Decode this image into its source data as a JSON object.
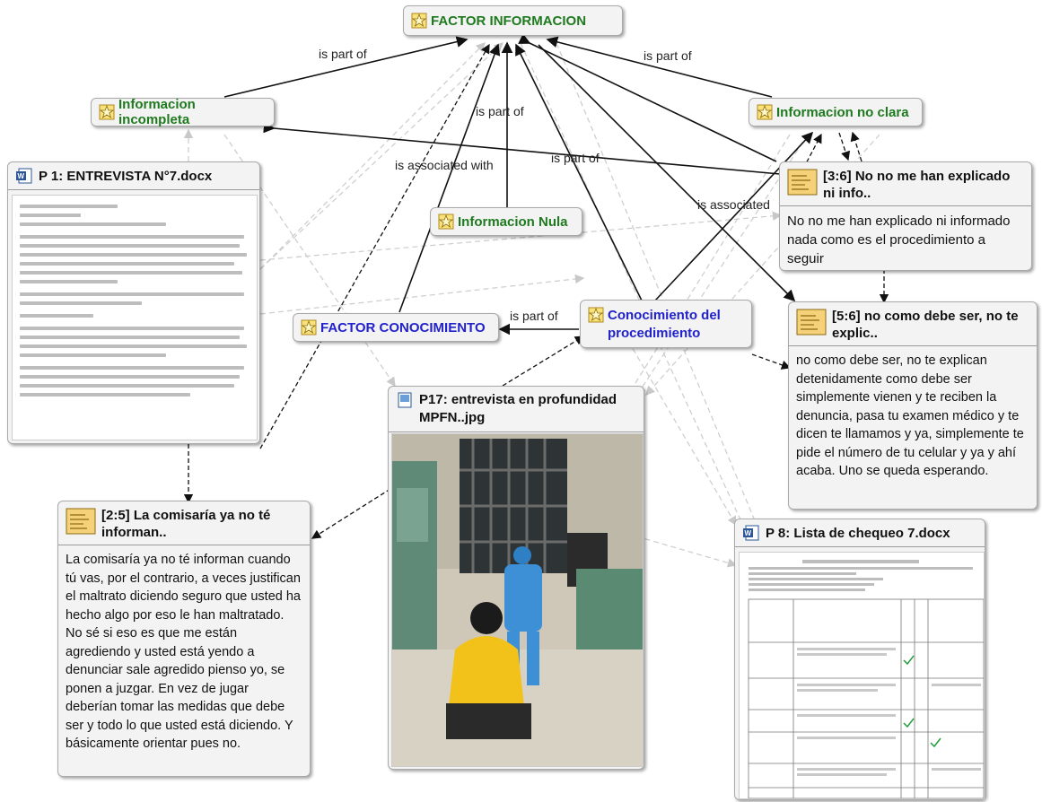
{
  "colors": {
    "code_green": "#1f7a1f",
    "code_blue": "#2222cc",
    "node_bg": "#f3f3f3",
    "memo_yellow": "#f5d27a"
  },
  "codes": {
    "factor_informacion": "FACTOR INFORMACION",
    "info_incompleta": "Informacion incompleta",
    "info_no_clara": "Informacion no clara",
    "info_nula": "Informacion Nula",
    "factor_conocimiento": "FACTOR CONOCIMIENTO",
    "conocimiento_proc_1": "Conocimiento del",
    "conocimiento_proc_2": "procedimiento"
  },
  "relations": {
    "is_part_of": "is part of",
    "is_associated_with": "is associated with",
    "is_associated_trunc": "is associated "
  },
  "documents": {
    "p1": {
      "title": "P 1: ENTREVISTA N°7.docx",
      "icon": "word-doc-icon"
    },
    "p8": {
      "title": "P 8: Lista de chequeo 7.docx",
      "icon": "word-doc-icon"
    },
    "p17": {
      "title_1": "P17: entrevista en profundidad",
      "title_2": "MPFN..jpg",
      "icon": "image-doc-icon"
    }
  },
  "quotes": {
    "q36": {
      "head_1": "[3:6] No no me han explicado",
      "head_2": "ni info..",
      "body": "No no me han explicado ni informado nada como es el procedimiento a seguir"
    },
    "q56": {
      "head_1": "[5:6] no como debe ser, no te",
      "head_2": "explic..",
      "body": "no como debe ser, no te explican detenidamente como debe ser simplemente vienen y te reciben la denuncia, pasa tu examen médico y te dicen te llamamos y ya, simplemente te pide el número de tu celular y ya y ahí acaba. Uno se queda esperando."
    },
    "q25": {
      "head_1": "[2:5] La comisaría ya no té",
      "head_2": "informan..",
      "body": "La comisaría ya no té informan cuando tú vas, por el contrario, a veces justifican el maltrato diciendo seguro que usted ha hecho algo por eso le han maltratado. No sé si eso es que me están agrediendo y usted está yendo a denunciar sale agredido pienso yo, se ponen a juzgar. En vez de jugar deberían tomar las medidas que debe ser y todo lo que usted está diciendo. Y básicamente orientar pues no."
    }
  }
}
